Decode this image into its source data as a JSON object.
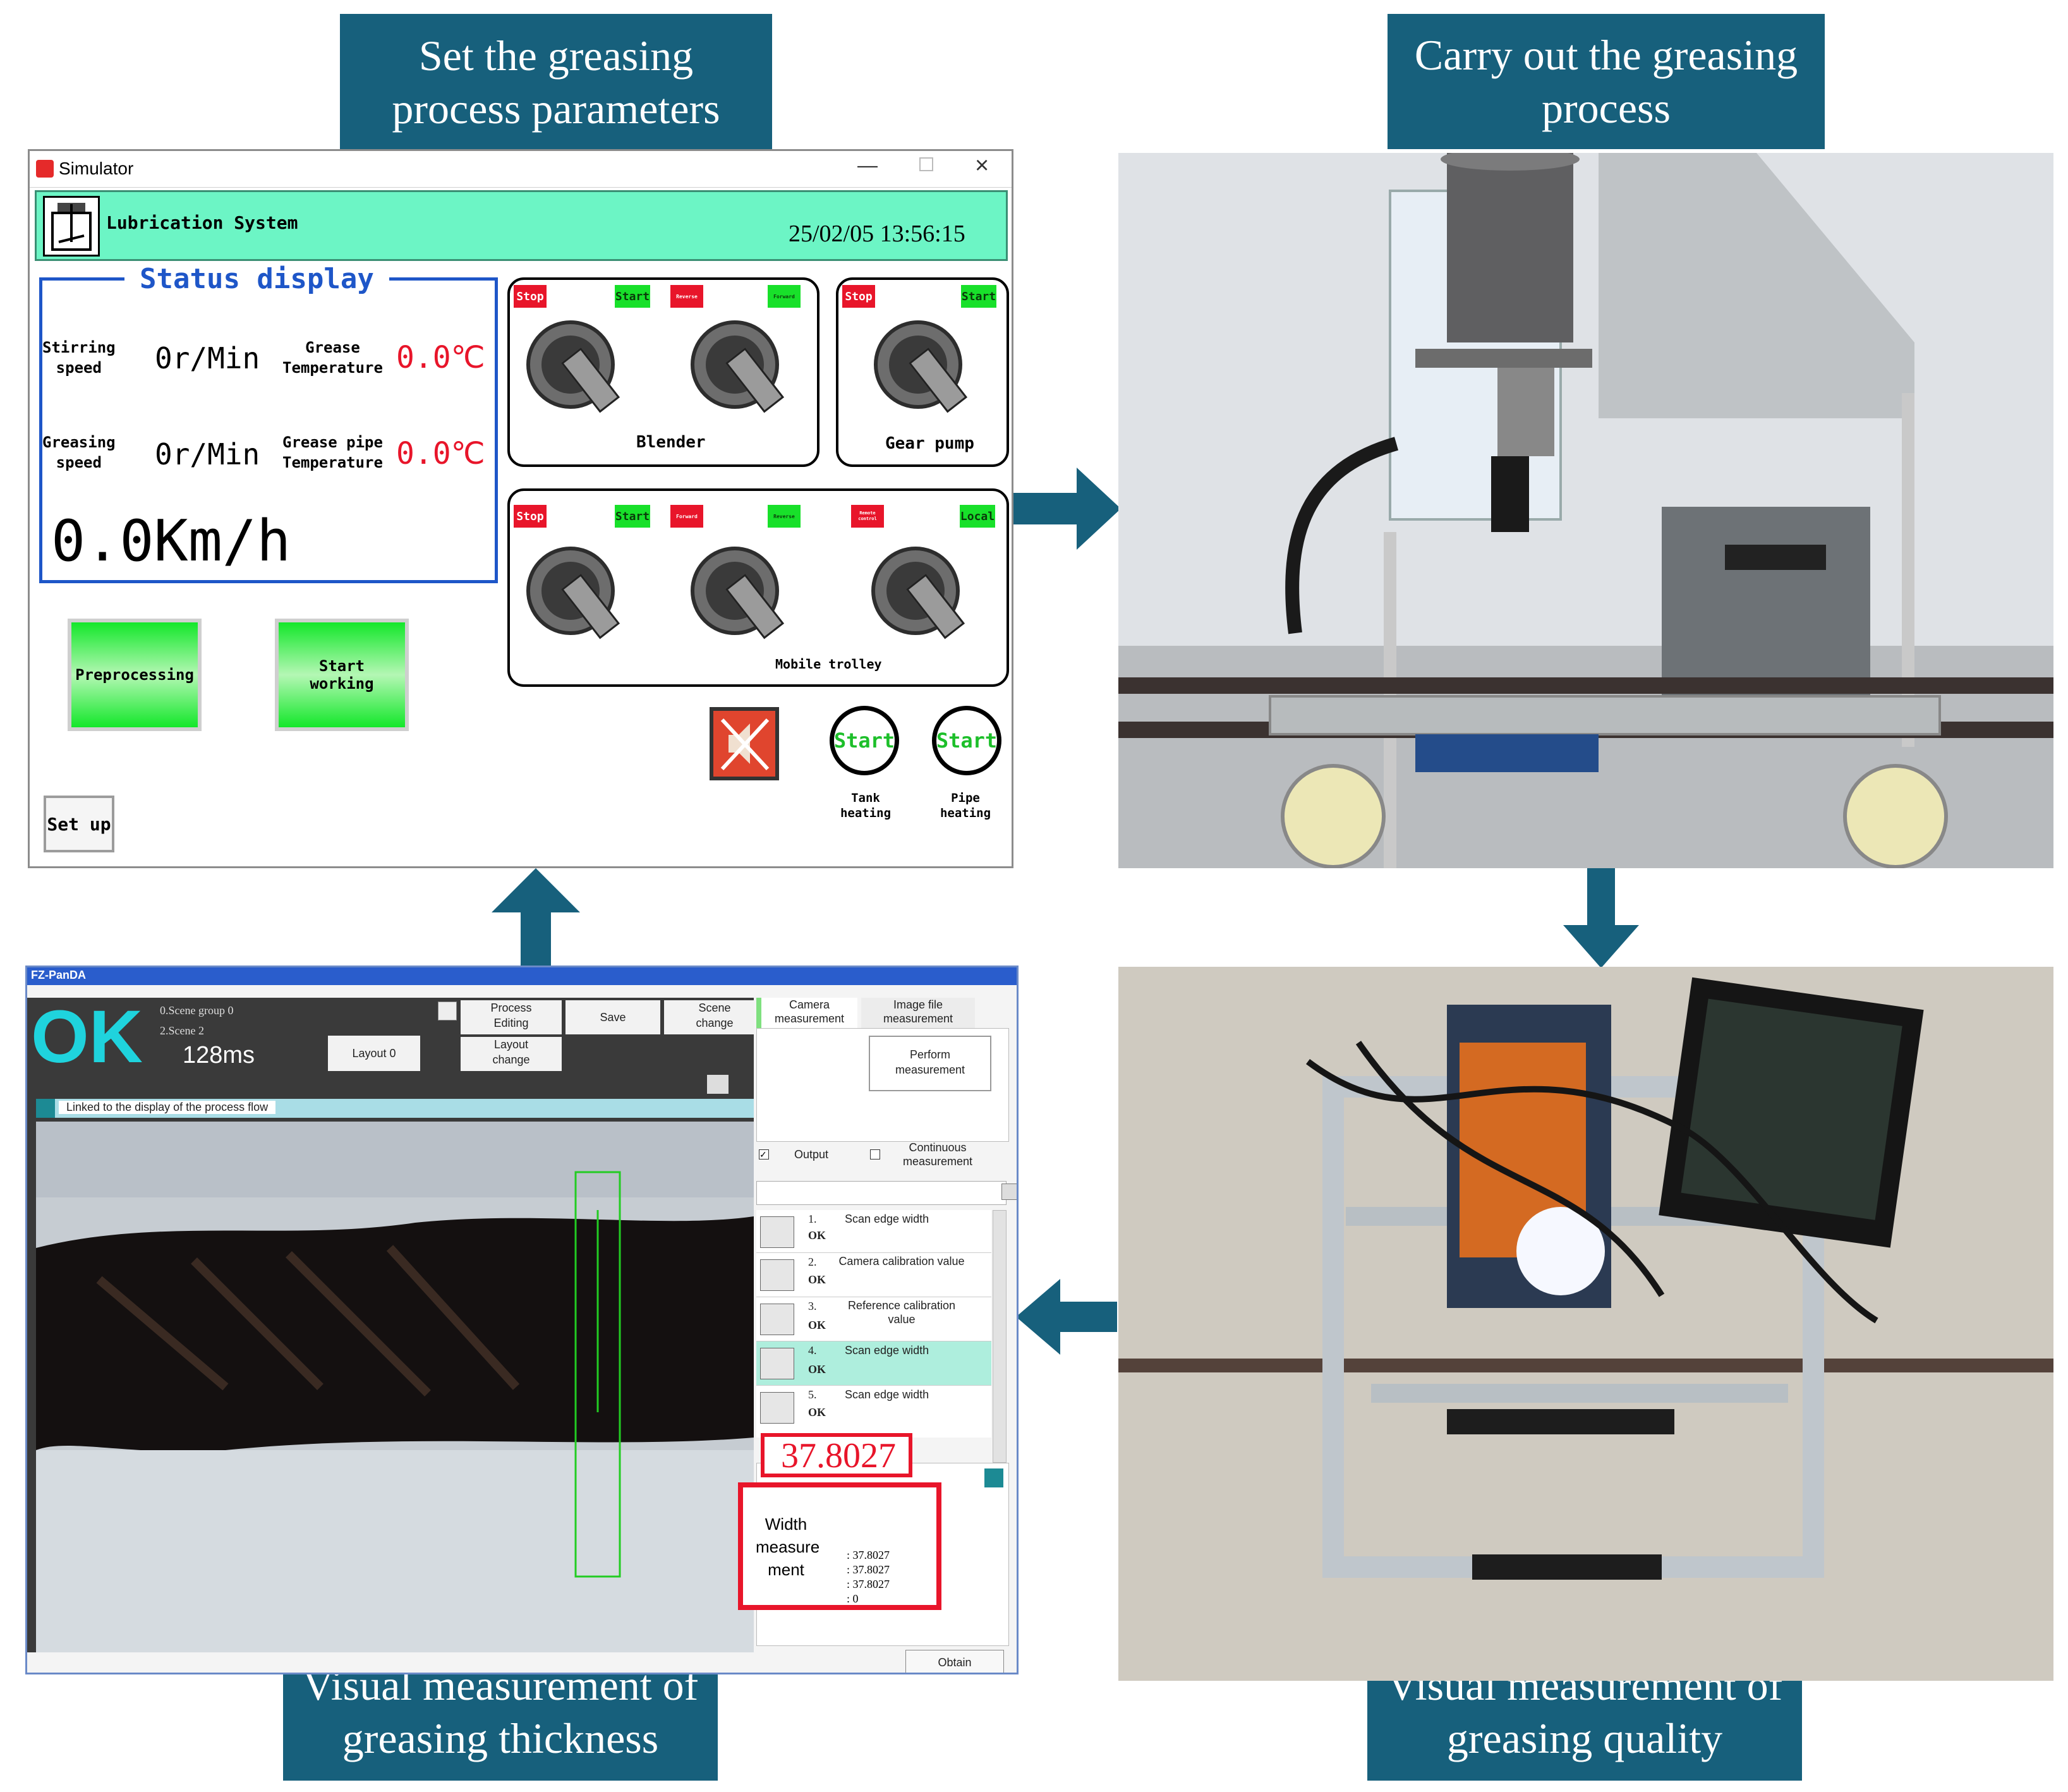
{
  "banners": {
    "set_params": [
      "Set the greasing",
      "process parameters"
    ],
    "carry_out": [
      "Carry out the greasing",
      "process"
    ],
    "thickness": [
      "Visual measurement of",
      "greasing thickness"
    ],
    "quality": [
      "Visual measurement of",
      "greasing quality"
    ]
  },
  "colors": {
    "banner": "#17607c",
    "arrow": "#17607c",
    "header": "#6cf5c5",
    "status_border": "#1e56c8",
    "temp_red": "#e8152a",
    "ok_cyan": "#1fd3dd"
  },
  "simulator": {
    "window_title": "Simulator",
    "header_title": "Lubrication System",
    "datetime": "25/02/05 13:56:15",
    "status_title": "Status display",
    "stirring_label": [
      "Stirring",
      "speed"
    ],
    "stirring_value": "0r/Min",
    "grease_temp_label": [
      "Grease",
      "Temperature"
    ],
    "grease_temp_value": "0.0℃",
    "greasing_label": [
      "Greasing",
      "speed"
    ],
    "greasing_value": "0r/Min",
    "pipe_temp_label": [
      "Grease pipe",
      "Temperature"
    ],
    "pipe_temp_value": "0.0℃",
    "speed_value": "0.0Km/h",
    "blender_label": "Blender",
    "gear_pump_label": "Gear pump",
    "trolley_label": "Mobile trolley",
    "tags": {
      "stop": "Stop",
      "start": "Start",
      "reverse": "Reverse",
      "forward": "Forward",
      "remote": "Remote control",
      "local": "Local"
    },
    "preprocessing": "Preprocessing",
    "start_working": [
      "Start",
      "working"
    ],
    "setup": "Set up",
    "tank_start": "Start",
    "tank_label": [
      "Tank",
      "heating"
    ],
    "pipe_start": "Start",
    "pipe_label": [
      "Pipe",
      "heating"
    ]
  },
  "fz": {
    "window_title": "FZ-PanDA",
    "ok": "OK",
    "scene_group": "0.Scene group 0",
    "scene": "2.Scene 2",
    "time": "128ms",
    "layout0": "Layout 0",
    "process_editing": [
      "Process",
      "Editing"
    ],
    "save": "Save",
    "scene_change": [
      "Scene",
      "change"
    ],
    "layout_change": [
      "Layout",
      "change"
    ],
    "camera_measurement": [
      "Camera",
      "measurement"
    ],
    "image_file_measurement": [
      "Image file",
      "measurement"
    ],
    "perform_measurement": [
      "Perform",
      "measurement"
    ],
    "output": "Output",
    "continuous": [
      "Continuous",
      "measurement"
    ],
    "linked_text": "Linked to the display of the process flow",
    "flow": [
      {
        "num": "1.",
        "name": "Scan edge width",
        "status": "OK"
      },
      {
        "num": "2.",
        "name": "Camera calibration value",
        "status": "OK"
      },
      {
        "num": "3.",
        "name": "Reference calibration value",
        "status": "OK"
      },
      {
        "num": "4.",
        "name": "Scan edge width",
        "status": "OK"
      },
      {
        "num": "5.",
        "name": "Scan edge width",
        "status": "OK"
      }
    ],
    "measured_value": "37.8027",
    "width_label": [
      "Width",
      "measure",
      "ment"
    ],
    "width_values": [
      ": 37.8027",
      ": 37.8027",
      ": 37.8027",
      ": 0"
    ],
    "obtain": "Obtain"
  }
}
